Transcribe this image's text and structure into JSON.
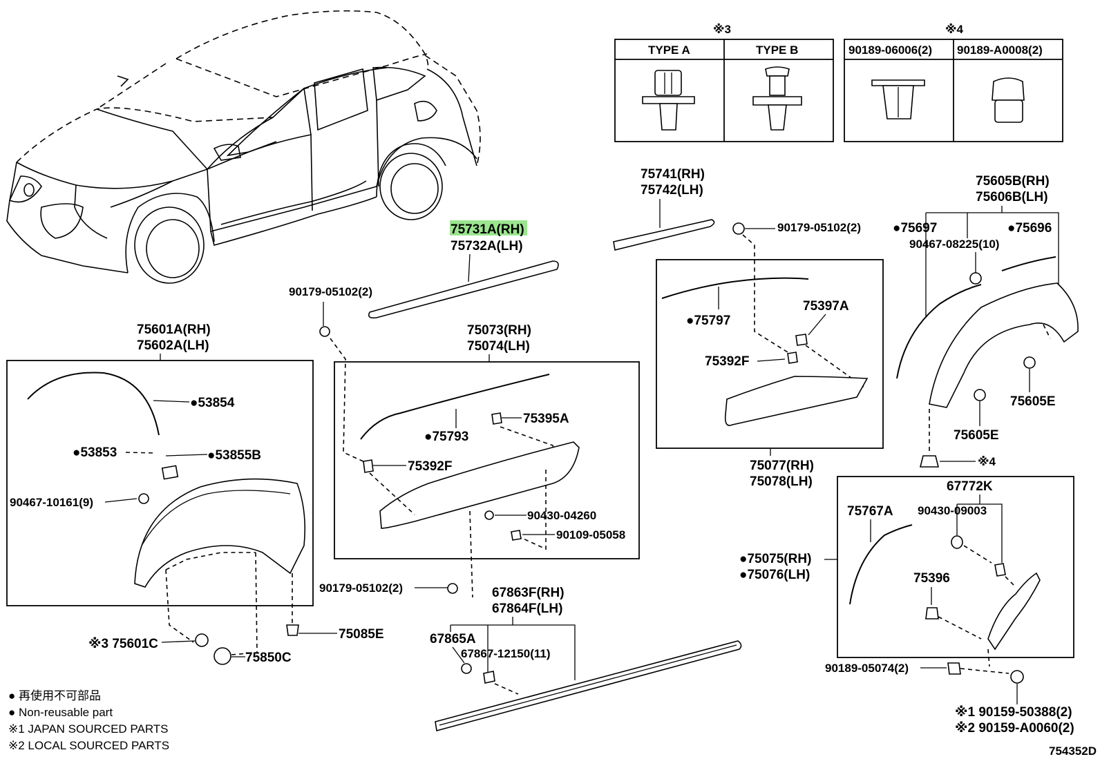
{
  "diagram_code": "754352D",
  "legend": {
    "non_reusable_jp": "● 再使用不可部品",
    "non_reusable_en": "● Non-reusable part",
    "note1": "※1 JAPAN SOURCED PARTS",
    "note2": "※2 LOCAL SOURCED PARTS"
  },
  "clip_tables": {
    "table3": {
      "mark": "※3",
      "col_a": "TYPE A",
      "col_b": "TYPE B"
    },
    "table4": {
      "mark": "※4",
      "col_a": "90189-06006(2)",
      "col_b": "90189-A0008(2)"
    }
  },
  "labels": {
    "p75731a": "75731A(RH)",
    "p75732a": "75732A(LH)",
    "p75741": "75741(RH)",
    "p75742": "75742(LH)",
    "p75605b": "75605B(RH)",
    "p75606b": "75606B(LH)",
    "p75697": "●75697",
    "p75696": "●75696",
    "p90467_08225": "90467-08225(10)",
    "p90179_top": "90179-05102(2)",
    "p75397a": "75397A",
    "p75797": "●75797",
    "p75392f_r": "75392F",
    "p75077": "75077(RH)",
    "p75078": "75078(LH)",
    "p75605e_a": "75605E",
    "p75605e_b": "75605E",
    "p_x4": "※4",
    "p90179_left": "90179-05102(2)",
    "p75601a": "75601A(RH)",
    "p75602a": "75602A(LH)",
    "p53854": "●53854",
    "p53853": "●53853",
    "p53855b": "●53855B",
    "p90467_10161": "90467-10161(9)",
    "p75601c": "※3 75601C",
    "p75850c": "75850C",
    "p75085e": "75085E",
    "p75073": "75073(RH)",
    "p75074": "75074(LH)",
    "p75395a": "75395A",
    "p75793": "●75793",
    "p75392f_m": "75392F",
    "p90430_04260": "90430-04260",
    "p90109_05058": "90109-05058",
    "p90179_mid": "90179-05102(2)",
    "p67863f": "67863F(RH)",
    "p67864f": "67864F(LH)",
    "p67865a": "67865A",
    "p67867": "67867-12150(11)",
    "p67772k": "67772K",
    "p90430_09003": "90430-09003",
    "p75767a": "75767A",
    "p75396": "75396",
    "p75075": "●75075(RH)",
    "p75076": "●75076(LH)",
    "p90189_05074": "90189-05074(2)",
    "p90159_50388": "※1 90159-50388(2)",
    "p90159_a0060": "※2 90159-A0060(2)"
  },
  "highlight_color": "#9be58f"
}
